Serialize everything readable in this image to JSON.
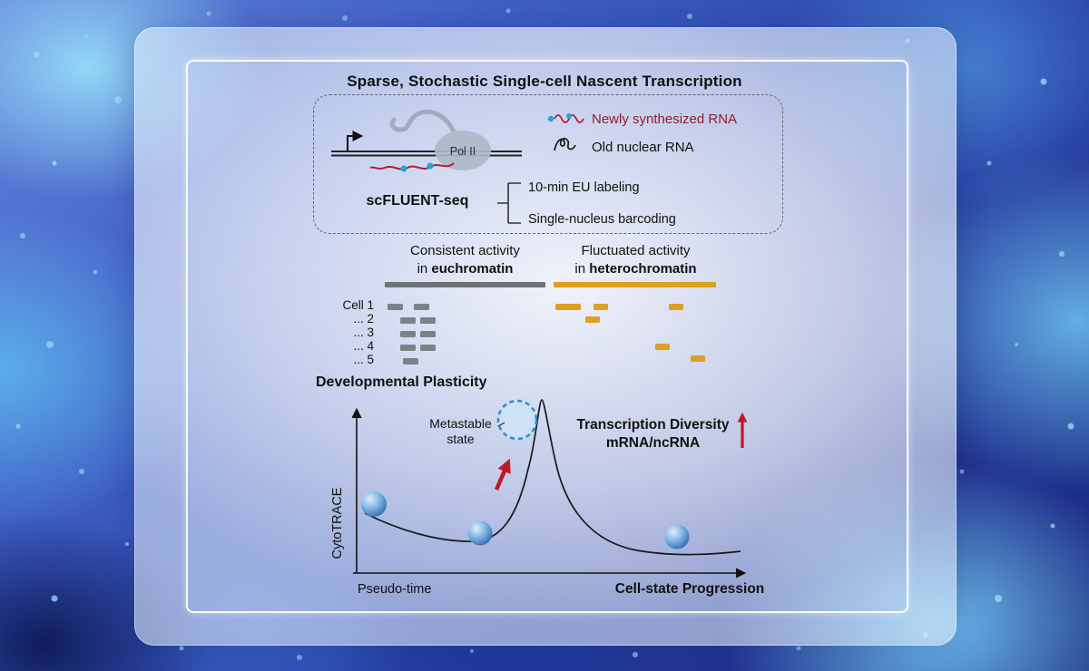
{
  "figure": {
    "title": "Sparse, Stochastic Single-cell Nascent Transcription"
  },
  "mechanism": {
    "pol_ii": "Pol II",
    "legend_new_rna": "Newly synthesized RNA",
    "legend_old_rna": "Old nuclear RNA",
    "method_name": "scFLUENT-seq",
    "method_step1": "10-min EU labeling",
    "method_step2": "Single-nucleus barcoding"
  },
  "activity": {
    "eu_line1": "Consistent activity",
    "eu_in": "in ",
    "eu_bold": "euchromatin",
    "het_line1": "Fluctuated activity",
    "het_in": "in ",
    "het_bold": "heterochromatin",
    "cells": [
      "Cell 1",
      "... 2",
      "... 3",
      "... 4",
      "... 5"
    ]
  },
  "plot": {
    "heading": "Developmental Plasticity",
    "y_label": "CytoTRACE",
    "x_label": "Pseudo-time",
    "x_label_right": "Cell-state Progression",
    "metastable_line1": "Metastable",
    "metastable_line2": "state",
    "diversity_line1": "Transcription Diversity",
    "diversity_line2": "mRNA/ncRNA"
  },
  "colors": {
    "new_rna_red": "#8f1d30",
    "arrow_red": "#c01828",
    "euchromatin_gray": "#6d7277",
    "heterochromatin_orange": "#dca120",
    "eu_dot_blue": "#2aa0dc",
    "sphere_blue": "#2a62a8",
    "background_blue": "#2c47ac"
  }
}
